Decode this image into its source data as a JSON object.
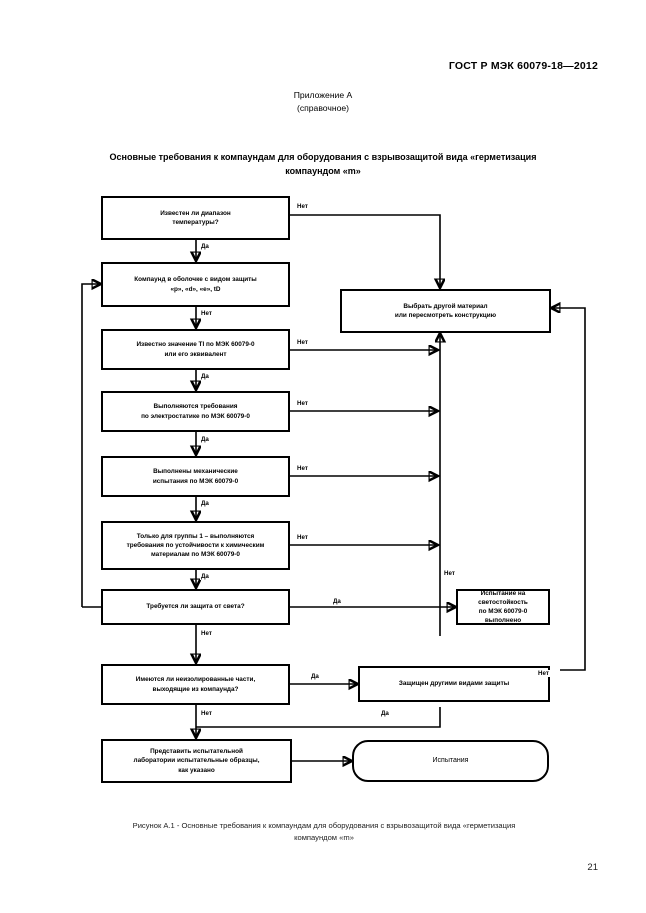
{
  "document": {
    "standard_id": "ГОСТ Р МЭК 60079-18—2012",
    "annex_label": "Приложение А",
    "annex_kind": "(справочное)",
    "title_line1": "Основные требования к компаундам для оборудования с взрывозащитой вида «герметизация",
    "title_line2": "компаундом «m»",
    "figure_caption_line1": "Рисунок А.1 - Основные требования к компаундам для оборудования с взрывозащитой вида «герметизация",
    "figure_caption_line2": "компаундом «m»",
    "page_number": "21"
  },
  "flowchart": {
    "nodes": [
      {
        "id": "n1",
        "text": "Известен ли диапазон\nтемпературы?"
      },
      {
        "id": "n2",
        "text": "Компаунд в оболочке с видом защиты\n«p», «d», «e», tD"
      },
      {
        "id": "n3",
        "text": "Известно значение TI по МЭК 60079-0\nили его эквивалент"
      },
      {
        "id": "n4",
        "text": "Выполняются требования\nпо электростатике по МЭК 60079-0"
      },
      {
        "id": "n5",
        "text": "Выполнены механические\nиспытания по МЭК 60079-0"
      },
      {
        "id": "n6",
        "text": "Только для группы 1 – выполняются\nтребования по устойчивости к химическим\nматериалам по МЭК 60079-0"
      },
      {
        "id": "n7",
        "text": "Требуется ли защита от света?"
      },
      {
        "id": "n8",
        "text": "Имеются ли неизолированные части,\nвыходящие из компаунда?"
      },
      {
        "id": "n9",
        "text": "Представить испытательной\nлаборатории испытательные образцы,\nкак указано"
      },
      {
        "id": "r1",
        "text": "Выбрать другой материал\nили пересмотреть конструкцию"
      },
      {
        "id": "r2",
        "text": "Испытание на светостойкость\nпо МЭК 60079-0 выполнено"
      },
      {
        "id": "r3",
        "text": "Защищен другими видами защиты"
      },
      {
        "id": "r4",
        "text": "Испытания"
      }
    ],
    "labels": {
      "yes": "Да",
      "no": "Нет"
    },
    "edges": [
      {
        "from": "n1",
        "to": "r1",
        "label": "Нет"
      },
      {
        "from": "n1",
        "to": "n2",
        "label": "Да"
      },
      {
        "from": "n2",
        "to": "n3",
        "label": "Нет"
      },
      {
        "from": "n3",
        "to": "r1",
        "label": "Нет"
      },
      {
        "from": "n3",
        "to": "n4",
        "label": "Да"
      },
      {
        "from": "n4",
        "to": "r1",
        "label": "Нет"
      },
      {
        "from": "n4",
        "to": "n5",
        "label": "Да"
      },
      {
        "from": "n5",
        "to": "r1",
        "label": "Нет"
      },
      {
        "from": "n5",
        "to": "n6",
        "label": "Да"
      },
      {
        "from": "n6",
        "to": "r1",
        "label": "Нет"
      },
      {
        "from": "n6",
        "to": "n7",
        "label": "Да"
      },
      {
        "from": "n7",
        "to": "r2",
        "label": "Да"
      },
      {
        "from": "n7",
        "to": "n8",
        "label": "Нет"
      },
      {
        "from": "r2",
        "to": "r1",
        "label": "Нет"
      },
      {
        "from": "n8",
        "to": "r3",
        "label": "Да"
      },
      {
        "from": "n8",
        "to": "n9",
        "label": "Нет"
      },
      {
        "from": "r3",
        "to": "r1",
        "label": "Нет"
      },
      {
        "from": "r3",
        "to": "n9",
        "label": "Да"
      },
      {
        "from": "n9",
        "to": "r4",
        "label": ""
      }
    ]
  }
}
